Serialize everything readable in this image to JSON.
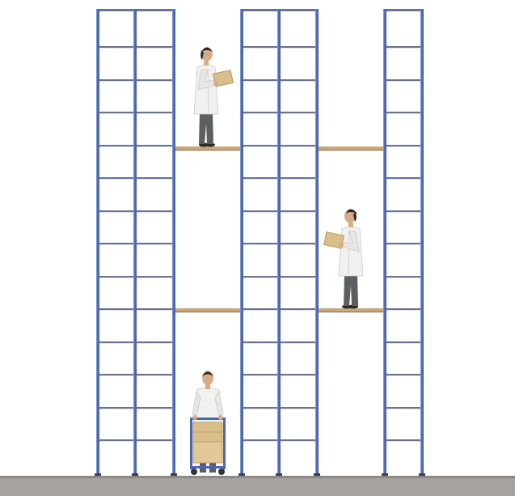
{
  "colors": {
    "background": "#ffffff",
    "upright": "#4a66b0",
    "beam": "#6a7294",
    "walkway": "#c9a87c",
    "floor": "#a6a39f",
    "floor_edge": "#8c8985",
    "lab_coat": "#f1f1ef",
    "trousers": "#5c5e62",
    "skin": "#d7ab88",
    "hair": "#2a2622",
    "parcel": "#d9bf8a",
    "parcel_dark": "#b89a62",
    "trolley": "#4a66b0"
  },
  "scene": {
    "rack_modules": 5,
    "walkway_levels": 2,
    "workers": [
      {
        "pose": "reading-parcel",
        "facing": "right",
        "level": 2
      },
      {
        "pose": "reading-parcel",
        "facing": "left",
        "level": 1
      },
      {
        "pose": "pushing-trolley",
        "facing": "front",
        "level": 0
      }
    ]
  }
}
